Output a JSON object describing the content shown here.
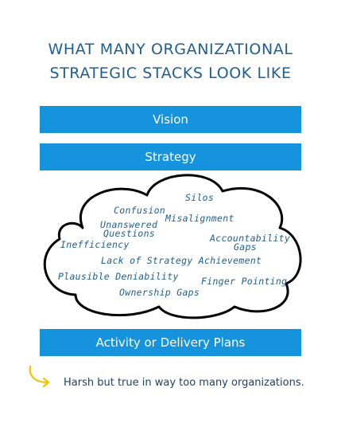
{
  "title": {
    "line1": "WHAT MANY ORGANIZATIONAL",
    "line2": "STRATEGIC STACKS LOOK LIKE"
  },
  "bars": {
    "vision": "Vision",
    "strategy": "Strategy",
    "activity": "Activity or Delivery Plans"
  },
  "cloud_words": {
    "silos": "Silos",
    "confusion": "Confusion",
    "misalignment": "Misalignment",
    "unanswered_1": "Unanswered",
    "unanswered_2": "Questions",
    "accountability_1": "Accountability",
    "accountability_2": "Gaps",
    "inefficiency": "Inefficiency",
    "lack": "Lack of Strategy Achievement",
    "plausible": "Plausible Deniability",
    "finger": "Finger Pointing",
    "ownership": "Ownership Gaps"
  },
  "footer": {
    "note": "Harsh but true in way too many organizations."
  },
  "colors": {
    "bar": "#1593dd",
    "title": "#1f5f8f",
    "arrow": "#f2c300"
  },
  "icons": {
    "arrow": "curved-arrow-icon"
  }
}
